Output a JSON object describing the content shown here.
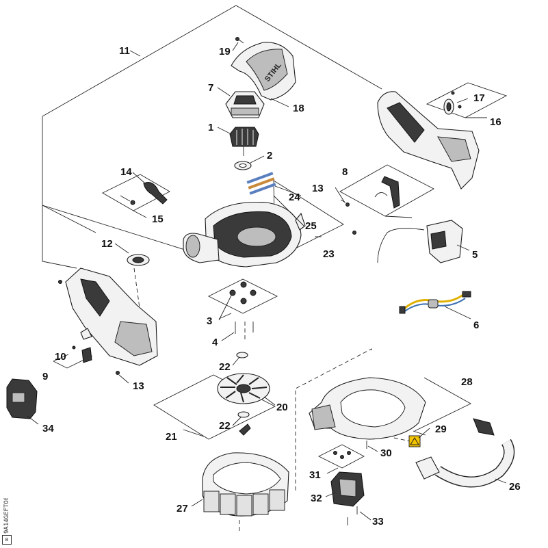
{
  "diagram": {
    "callouts": {
      "c1": "1",
      "c2": "2",
      "c3": "3",
      "c4": "4",
      "c5": "5",
      "c6": "6",
      "c7": "7",
      "c8": "8",
      "c9": "9",
      "c10": "10",
      "c11": "11",
      "c12": "12",
      "c13a": "13",
      "c13b": "13",
      "c14": "14",
      "c15": "15",
      "c16": "16",
      "c17": "17",
      "c18": "18",
      "c19": "19",
      "c20": "20",
      "c21": "21",
      "c22a": "22",
      "c22b": "22",
      "c23": "23",
      "c24": "24",
      "c25": "25",
      "c26": "26",
      "c27": "27",
      "c28": "28",
      "c29": "29",
      "c30": "30",
      "c31": "31",
      "c32": "32",
      "c33": "33",
      "c34": "34"
    },
    "logo_text": "STIHL",
    "doc_code": "9A14GEFTO00",
    "doc_marker": "B"
  }
}
